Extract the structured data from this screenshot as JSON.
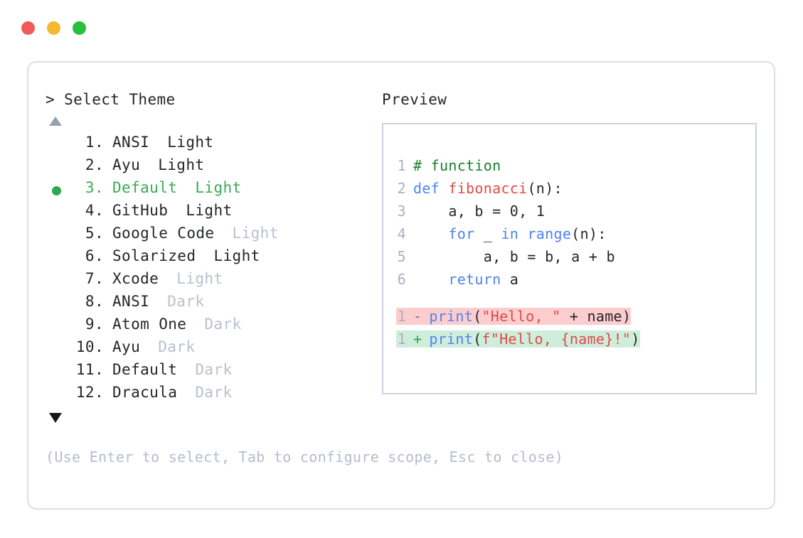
{
  "window": {
    "controls": [
      {
        "name": "close",
        "color": "#f2595a"
      },
      {
        "name": "minimize",
        "color": "#f4ba2f"
      },
      {
        "name": "maximize",
        "color": "#28bf3c"
      }
    ]
  },
  "left": {
    "prompt": "> Select Theme",
    "scroll_up": "▲",
    "scroll_down": "▼",
    "selected_index": 3,
    "items": [
      {
        "index": "1.",
        "name": "ANSI",
        "variant": "Light",
        "variant_muted": false,
        "selected": false
      },
      {
        "index": "2.",
        "name": "Ayu",
        "variant": "Light",
        "variant_muted": false,
        "selected": false
      },
      {
        "index": "3.",
        "name": "Default",
        "variant": "Light",
        "variant_muted": false,
        "selected": true
      },
      {
        "index": "4.",
        "name": "GitHub",
        "variant": "Light",
        "variant_muted": false,
        "selected": false
      },
      {
        "index": "5.",
        "name": "Google Code",
        "variant": "Light",
        "variant_muted": true,
        "selected": false
      },
      {
        "index": "6.",
        "name": "Solarized",
        "variant": "Light",
        "variant_muted": false,
        "selected": false
      },
      {
        "index": "7.",
        "name": "Xcode",
        "variant": "Light",
        "variant_muted": true,
        "selected": false
      },
      {
        "index": "8.",
        "name": "ANSI",
        "variant": "Dark",
        "variant_muted": true,
        "selected": false
      },
      {
        "index": "9.",
        "name": "Atom One",
        "variant": "Dark",
        "variant_muted": true,
        "selected": false
      },
      {
        "index": "10.",
        "name": "Ayu",
        "variant": "Dark",
        "variant_muted": true,
        "selected": false
      },
      {
        "index": "11.",
        "name": "Default",
        "variant": "Dark",
        "variant_muted": true,
        "selected": false
      },
      {
        "index": "12.",
        "name": "Dracula",
        "variant": "Dark",
        "variant_muted": true,
        "selected": false
      }
    ],
    "help": "(Use Enter to select, Tab to configure scope, Esc to close)"
  },
  "right": {
    "label": "Preview",
    "code_lines": [
      {
        "no": "1",
        "tokens": [
          {
            "t": "# function",
            "c": "comment"
          }
        ]
      },
      {
        "no": "2",
        "tokens": [
          {
            "t": "def ",
            "c": "keyword"
          },
          {
            "t": "fibonacci",
            "c": "func"
          },
          {
            "t": "(n):",
            "c": "plain"
          }
        ]
      },
      {
        "no": "3",
        "tokens": [
          {
            "t": "    a, b = 0, 1",
            "c": "plain"
          }
        ]
      },
      {
        "no": "4",
        "tokens": [
          {
            "t": "    ",
            "c": "plain"
          },
          {
            "t": "for",
            "c": "keyword"
          },
          {
            "t": " _ ",
            "c": "plain"
          },
          {
            "t": "in range",
            "c": "keyword"
          },
          {
            "t": "(n):",
            "c": "plain"
          }
        ]
      },
      {
        "no": "5",
        "tokens": [
          {
            "t": "        a, b = b, a + b",
            "c": "plain"
          }
        ]
      },
      {
        "no": "6",
        "tokens": [
          {
            "t": "    ",
            "c": "plain"
          },
          {
            "t": "return",
            "c": "keyword"
          },
          {
            "t": " a",
            "c": "plain"
          }
        ]
      }
    ],
    "diff_lines": [
      {
        "no": "1",
        "sign": "-",
        "kind": "del",
        "tokens": [
          {
            "t": "print",
            "c": "keyword"
          },
          {
            "t": "(",
            "c": "plain"
          },
          {
            "t": "\"Hello, \"",
            "c": "string"
          },
          {
            "t": " + name)",
            "c": "plain"
          }
        ]
      },
      {
        "no": "1",
        "sign": "+",
        "kind": "add",
        "tokens": [
          {
            "t": "print",
            "c": "keyword"
          },
          {
            "t": "(",
            "c": "plain"
          },
          {
            "t": "f\"Hello, {name}!\"",
            "c": "string"
          },
          {
            "t": ")",
            "c": "plain"
          }
        ]
      }
    ]
  },
  "colors": {
    "comment": "#17802a",
    "keyword": "#4e83f4",
    "function": "#e04a4a",
    "string": "#e04a4a",
    "selected": "#3bab54",
    "muted": "#b9c0cf",
    "diff_del_bg": "#fbcdcd",
    "diff_add_bg": "#cfeddb"
  }
}
